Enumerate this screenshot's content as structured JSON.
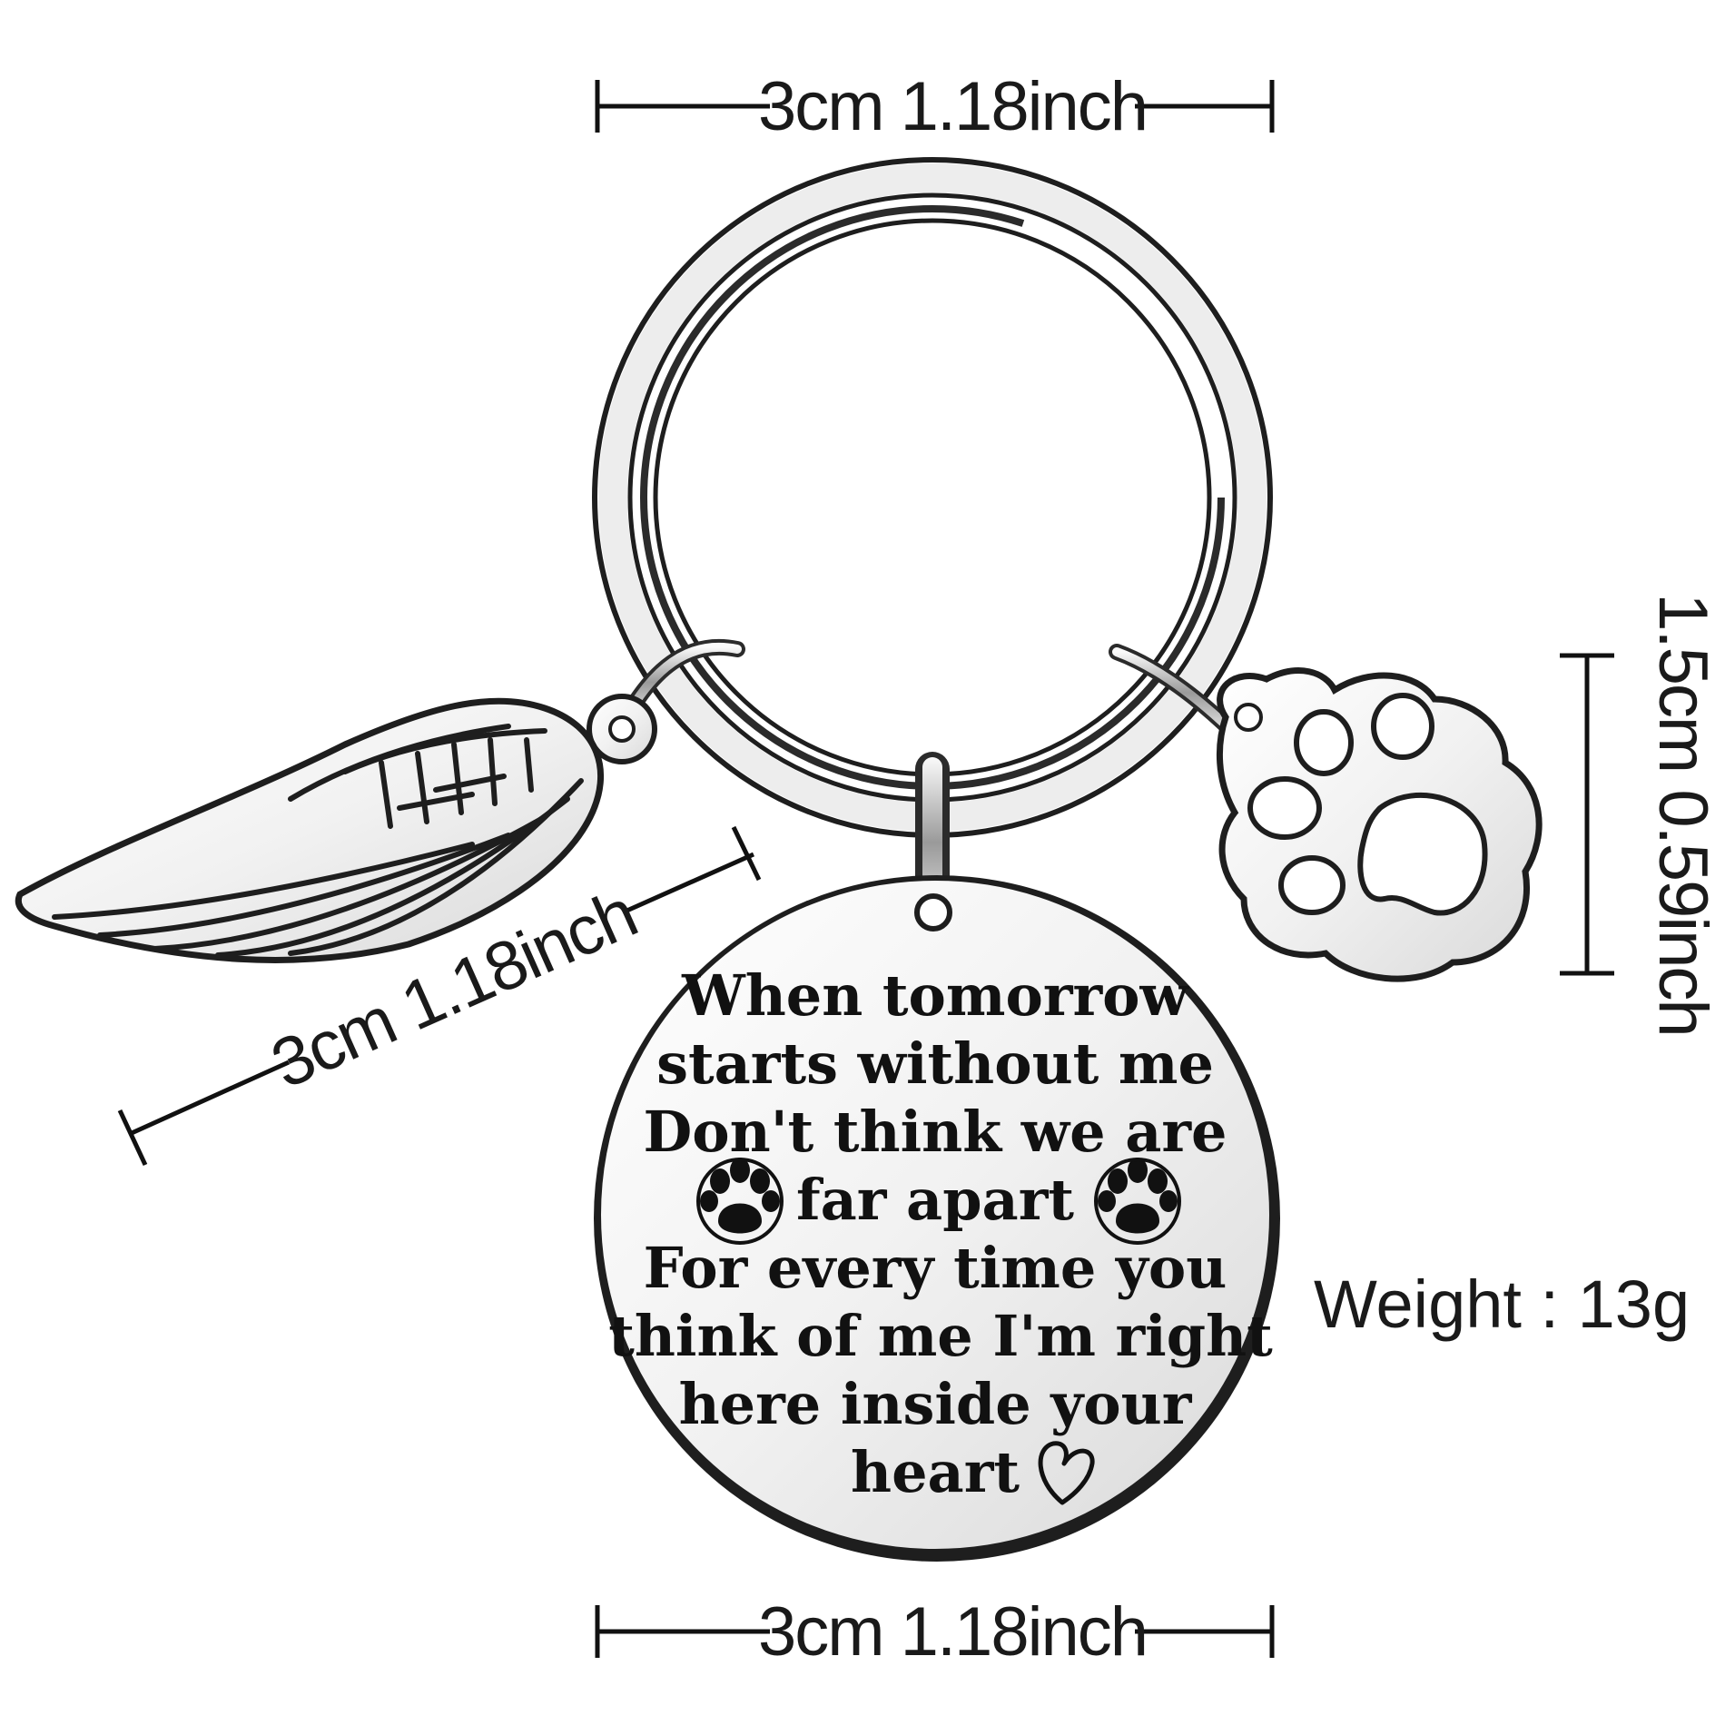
{
  "dimensions": {
    "ring_width": "3cm 1.18inch",
    "wing_length": "3cm 1.18inch",
    "paw_height": "1.5cm 0.59inch",
    "tag_width": "3cm 1.18inch"
  },
  "weight": "Weight : 13g",
  "tag_text": {
    "line1": "When tomorrow",
    "line2": "starts without me",
    "line3": "Don't think we are",
    "line4": "far apart",
    "line5": "For every time you",
    "line6": "think of me I'm right",
    "line7": "here inside your",
    "line8": "heart"
  },
  "icons": [
    "angel-wing-icon",
    "paw-charm-icon",
    "paw-print-icon",
    "heart-outline-icon"
  ],
  "colors": {
    "metal_dark": "#2b2b2b",
    "metal_light": "#f4f4f4",
    "ink": "#111111"
  }
}
